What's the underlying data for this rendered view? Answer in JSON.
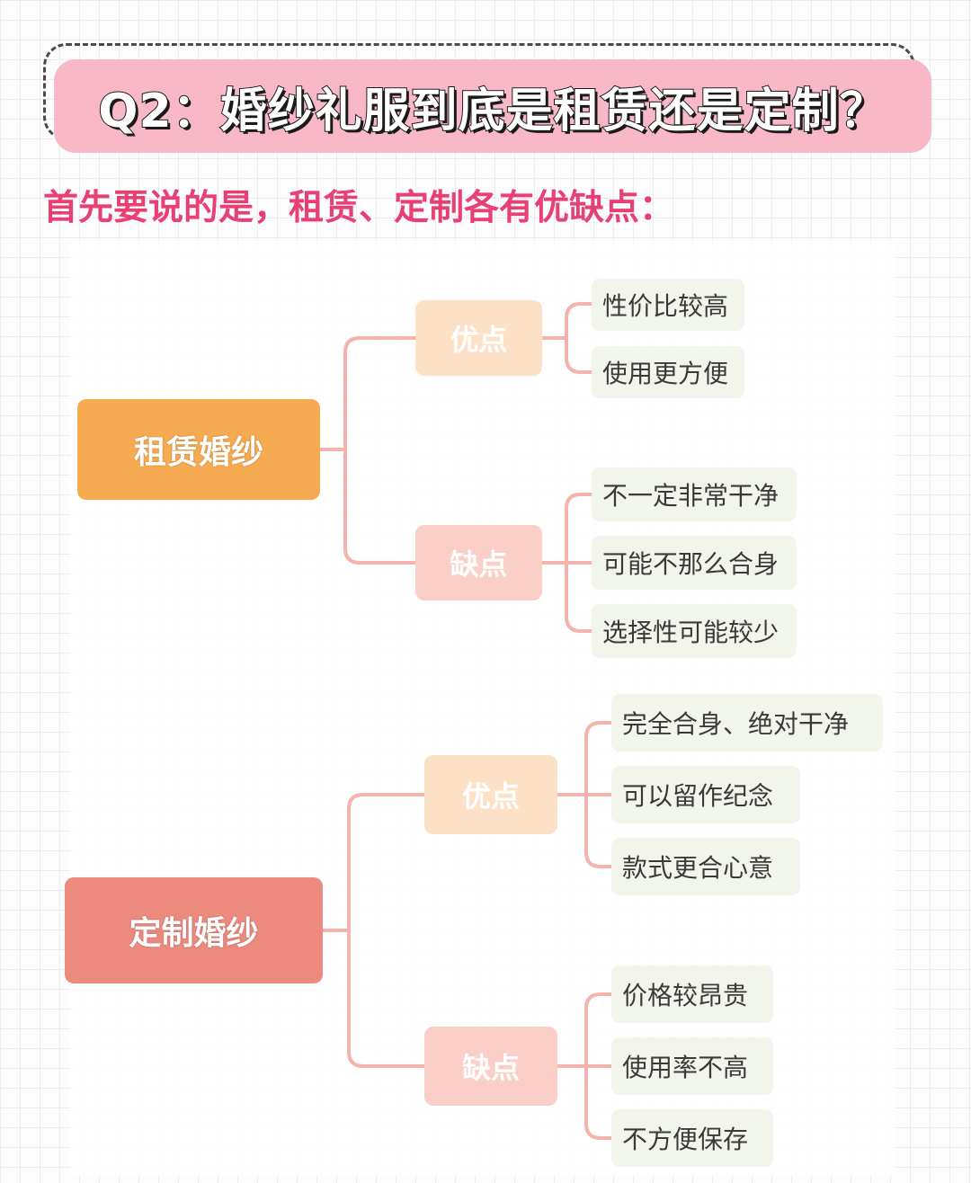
{
  "header": {
    "title": "Q2：婚纱礼服到底是租赁还是定制？"
  },
  "subtitle": "首先要说的是，租赁、定制各有优缺点：",
  "mindmap": {
    "line_color": "#f4b3ac",
    "branches": [
      {
        "label": "租赁婚纱",
        "color": "#f6ab52",
        "pros": {
          "label": "优点",
          "items": [
            "性价比较高",
            "使用更方便"
          ]
        },
        "cons": {
          "label": "缺点",
          "items": [
            "不一定非常干净",
            "可能不那么合身",
            "选择性可能较少"
          ]
        }
      },
      {
        "label": "定制婚纱",
        "color": "#ec8a7e",
        "pros": {
          "label": "优点",
          "items": [
            "完全合身、绝对干净",
            "可以留作纪念",
            "款式更合心意"
          ]
        },
        "cons": {
          "label": "缺点",
          "items": [
            "价格较昂贵",
            "使用率不高",
            "不方便保存"
          ]
        }
      }
    ]
  }
}
